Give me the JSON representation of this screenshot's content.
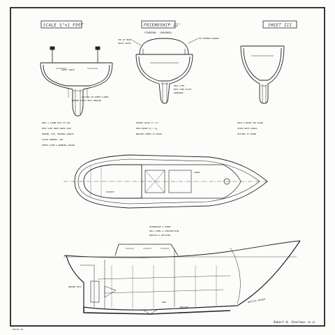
{
  "header": {
    "scale": "SCALE ¾\"=1 FOOT",
    "title": "FRIENDSHIP 22'",
    "subtitle": "STURGEON · GORGONIA",
    "sheet": "SHEET III"
  },
  "sections": {
    "left": {
      "labels": [
        "CUDDY CABIN",
        "CEILING OR SHEER CLAMPS",
        "RUDDER STOCK HOLE THROUGH"
      ]
    },
    "middle": {
      "labels": [
        "TOP OF HOUSE",
        "HOUSE SIDES",
        "ON FRAMING RUDDER",
        "MAST STEP",
        "MAST SHOE PLATE",
        "GARBOARD"
      ]
    }
  },
  "notes": {
    "left": [
      "KEEL & STERN POST OF OAK",
      "MASS STEP HERE ABOVE SOLE",
      "RUDDER, OAK, FRAMING SPRUCE",
      "FLOOR TIMBERS, OAK",
      "SHEER CLAMP & RUBBING STRAKE"
    ],
    "middle": [
      "FRAMES SPACE 9\" O.C.",
      "DECK BEAMS 1½ x 1¼",
      "BRACKET KNEES AT HOUSE"
    ],
    "right": [
      "DECK & HOUSE TOP PLANK",
      "COVER WITH CANVAS",
      "HATCHES AS SHOWN"
    ]
  },
  "plan_view": {
    "labels": [
      "COCKPIT",
      "CABIN"
    ]
  },
  "profile": {
    "header": [
      "FRIENDSHIP & SHEER",
      "HULL LINES & CONSTRUCTION",
      "PROFILE & SECTIONS"
    ],
    "labels": [
      "RUDDER POST",
      "KEEL",
      "BALLAST"
    ],
    "stamp": "NAUTICAL MUSEUM"
  },
  "footer": {
    "left_code": "MYSTIC.NY",
    "signature": "Robert W. Steele",
    "drawing_number": "RSC 35.12"
  }
}
